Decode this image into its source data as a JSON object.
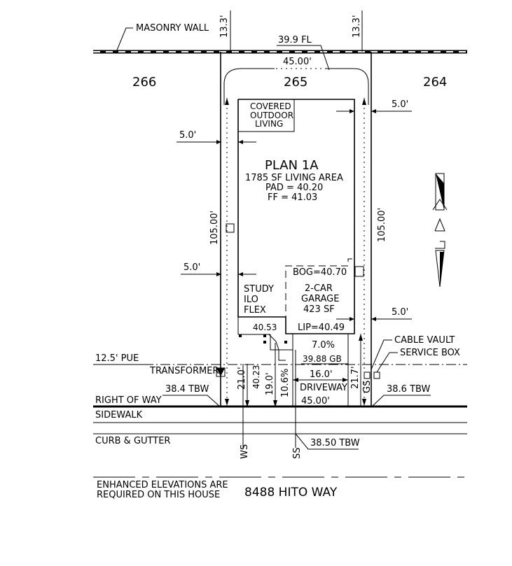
{
  "lots": {
    "left": "266",
    "center": "265",
    "right": "264"
  },
  "labels": {
    "masonry_wall": "MASONRY WALL",
    "top_left_dim": "13.3'",
    "top_right_dim": "13.3'",
    "fl": "39.9 FL",
    "lot_width_top": "45.00'",
    "covered_outdoor_1": "COVERED",
    "covered_outdoor_2": "OUTDOOR",
    "covered_outdoor_3": "LIVING",
    "setback_left_upper": "5.0'",
    "setback_right_upper": "5.0'",
    "plan": "PLAN 1A",
    "living_area": "1785 SF LIVING AREA",
    "pad": "PAD = 40.20",
    "ff": "FF = 41.03",
    "depth_left": "105.00'",
    "depth_right": "105.00'",
    "setback_left_lower": "5.0'",
    "bog": "BOG=40.70",
    "study_1": "STUDY",
    "study_2": "ILO",
    "study_3": "FLEX",
    "garage_1": "2-CAR",
    "garage_2": "GARAGE",
    "garage_3": "423 SF",
    "setback_right_lower": "5.0'",
    "spot_4053": "40.53",
    "lip": "LIP=40.49",
    "slope_pct": "7.0%",
    "cable_vault": "CABLE VAULT",
    "service_box": "SERVICE BOX",
    "pue": "12.5' PUE",
    "gb": "39.88 GB",
    "transformer": "TRANSFORMER",
    "dim_210": "21.0'",
    "dim_4023": "40.23",
    "dim_190": "19.0'",
    "dim_106": "10.6%",
    "dim_160": "16.0'",
    "dim_217": "21.7'",
    "gs": "GS",
    "driveway": "DRIVEWAY",
    "lot_width_bottom": "45.00'",
    "tbw_left": "38.4 TBW",
    "tbw_right": "38.6 TBW",
    "right_of_way": "RIGHT OF WAY",
    "sidewalk": "SIDEWALK",
    "curb_gutter": "CURB & GUTTER",
    "ws": "WS",
    "ss": "SS",
    "tbw_bottom": "38.50 TBW",
    "enhanced_1": "ENHANCED ELEVATIONS ARE",
    "enhanced_2": "REQUIRED ON THIS HOUSE",
    "street": "8488 HITO WAY"
  }
}
